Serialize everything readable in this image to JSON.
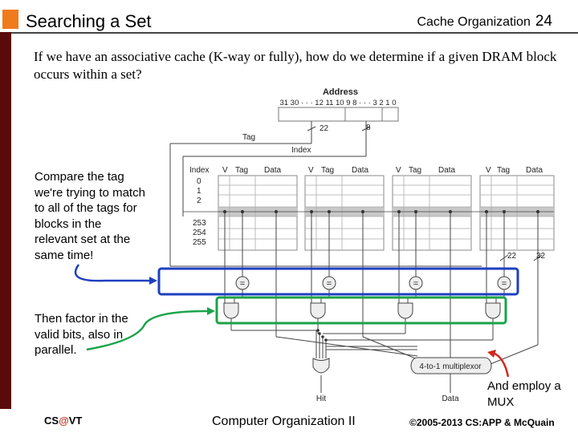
{
  "header": {
    "title": "Searching a Set",
    "subtitle": "Cache Organization",
    "page_number": "24"
  },
  "question": "If we have an associative cache (K-way or fully), how do we determine if a given DRAM block occurs within a set?",
  "notes": {
    "compare": "Compare the tag we're trying to match to all of the tags for blocks in the relevant set at the same time!",
    "valid": "Then factor in the valid bits, also in parallel.",
    "mux": "And employ a MUX"
  },
  "diagram": {
    "address_label": "Address",
    "bit_labels": "31 30 · · · 12 11 10 9 8 · · · 3 2 1 0",
    "tag_label": "Tag",
    "index_label": "Index",
    "tag_width": "22",
    "index_width": "8",
    "column_headers": {
      "index": "Index",
      "v": "V",
      "tag": "Tag",
      "data": "Data"
    },
    "row_labels_top": [
      "0",
      "1",
      "2"
    ],
    "row_labels_bottom": [
      "253",
      "254",
      "255"
    ],
    "bus_22": "22",
    "bus_32": "32",
    "comparator_symbol": "=",
    "mux_label": "4-to-1 multiplexor",
    "hit_label": "Hit",
    "data_label": "Data",
    "colors": {
      "compare_box": "#1e3fbf",
      "valid_box": "#1aa34a",
      "mux_arrow": "#d0281e"
    }
  },
  "footer": {
    "left_prefix": "CS",
    "left_at": "@",
    "left_suffix": "VT",
    "center": "Computer Organization II",
    "right": "©2005-2013 CS:APP & McQuain"
  }
}
